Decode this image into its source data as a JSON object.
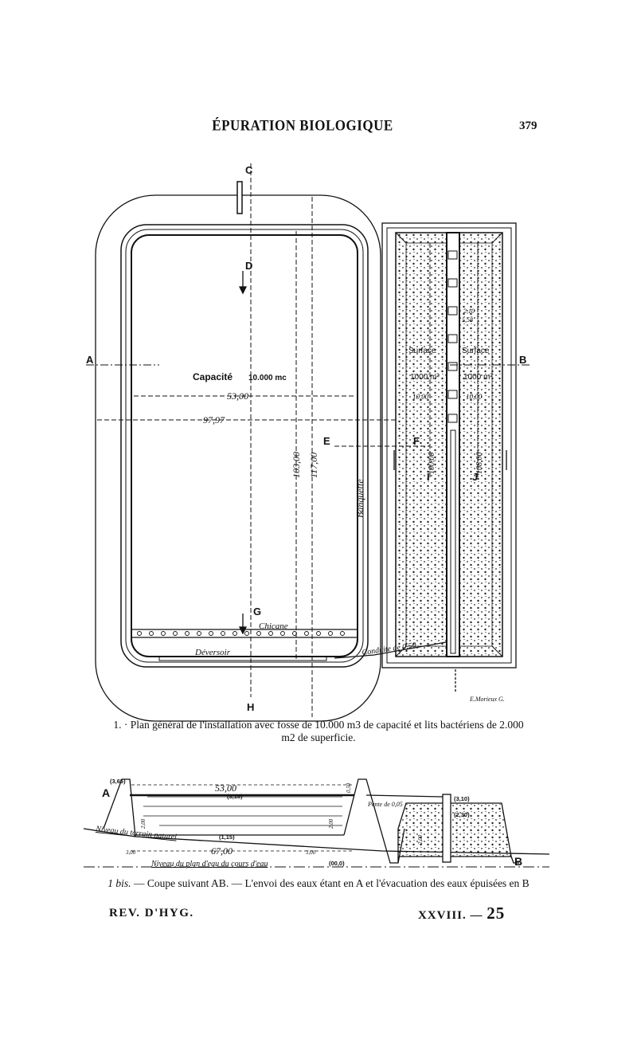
{
  "header": {
    "title": "ÉPURATION BIOLOGIQUE",
    "page_number": "379"
  },
  "plan": {
    "letters": {
      "A": "A",
      "B": "B",
      "C": "C",
      "D": "D",
      "E": "E",
      "F": "F",
      "G": "G",
      "H": "H",
      "I": "I",
      "J": "J"
    },
    "capacity_label": "Capacité",
    "capacity_value": "10.000 mc",
    "width_inner": "53,00",
    "width_total": "97,97",
    "length_inner": "103,00",
    "length_total": "117,00",
    "banquette": "Banquette",
    "chicane": "Chicane",
    "deversoir": "Déversoir",
    "conduite": "Conduite de 0,50",
    "surface_label": "Surface",
    "surface_value": "1000 m²",
    "bed_width": "10,00",
    "bed_length_left": "100,00",
    "bed_length_right": "108,00",
    "dim_small_1": "2,10",
    "dim_small_2": "5,58",
    "signature": "E.Morieux G."
  },
  "section": {
    "A": "A",
    "B": "B",
    "top_elev": "(3,65)",
    "water_elev": "(3,15)",
    "bottom_elev": "(1,15)",
    "pipe_elev_top": "(3,10)",
    "pipe_elev_mid": "(2,30)",
    "datum": "(00,0)",
    "top_width": "53,00",
    "bottom_width": "67,00",
    "left_offset": "3,00",
    "right_offset": "3,00",
    "depth_left": "2,00",
    "depth_right": "2,00",
    "freeboard": "0,50",
    "bed_height": "2,00",
    "slope": "Pente de 0,05",
    "terrain": "Niveau du terrain naturel",
    "datum_label": "Niveau du plan d'eau du cours d'eau"
  },
  "captions": {
    "fig1_num": "1.",
    "fig1": "Plan général de l'installation avec fosse de 10.000 m3 de capacité et lits bactériens de 2.000 m2 de superficie.",
    "fig2_num": "1 bis.",
    "fig2": "— Coupe suivant AB. — L'envoi des eaux étant en A et l'évacuation des eaux épuisées en B"
  },
  "footer": {
    "left": "REV. D'HYG.",
    "volume": "XXVIII. —",
    "sheet": "25"
  }
}
